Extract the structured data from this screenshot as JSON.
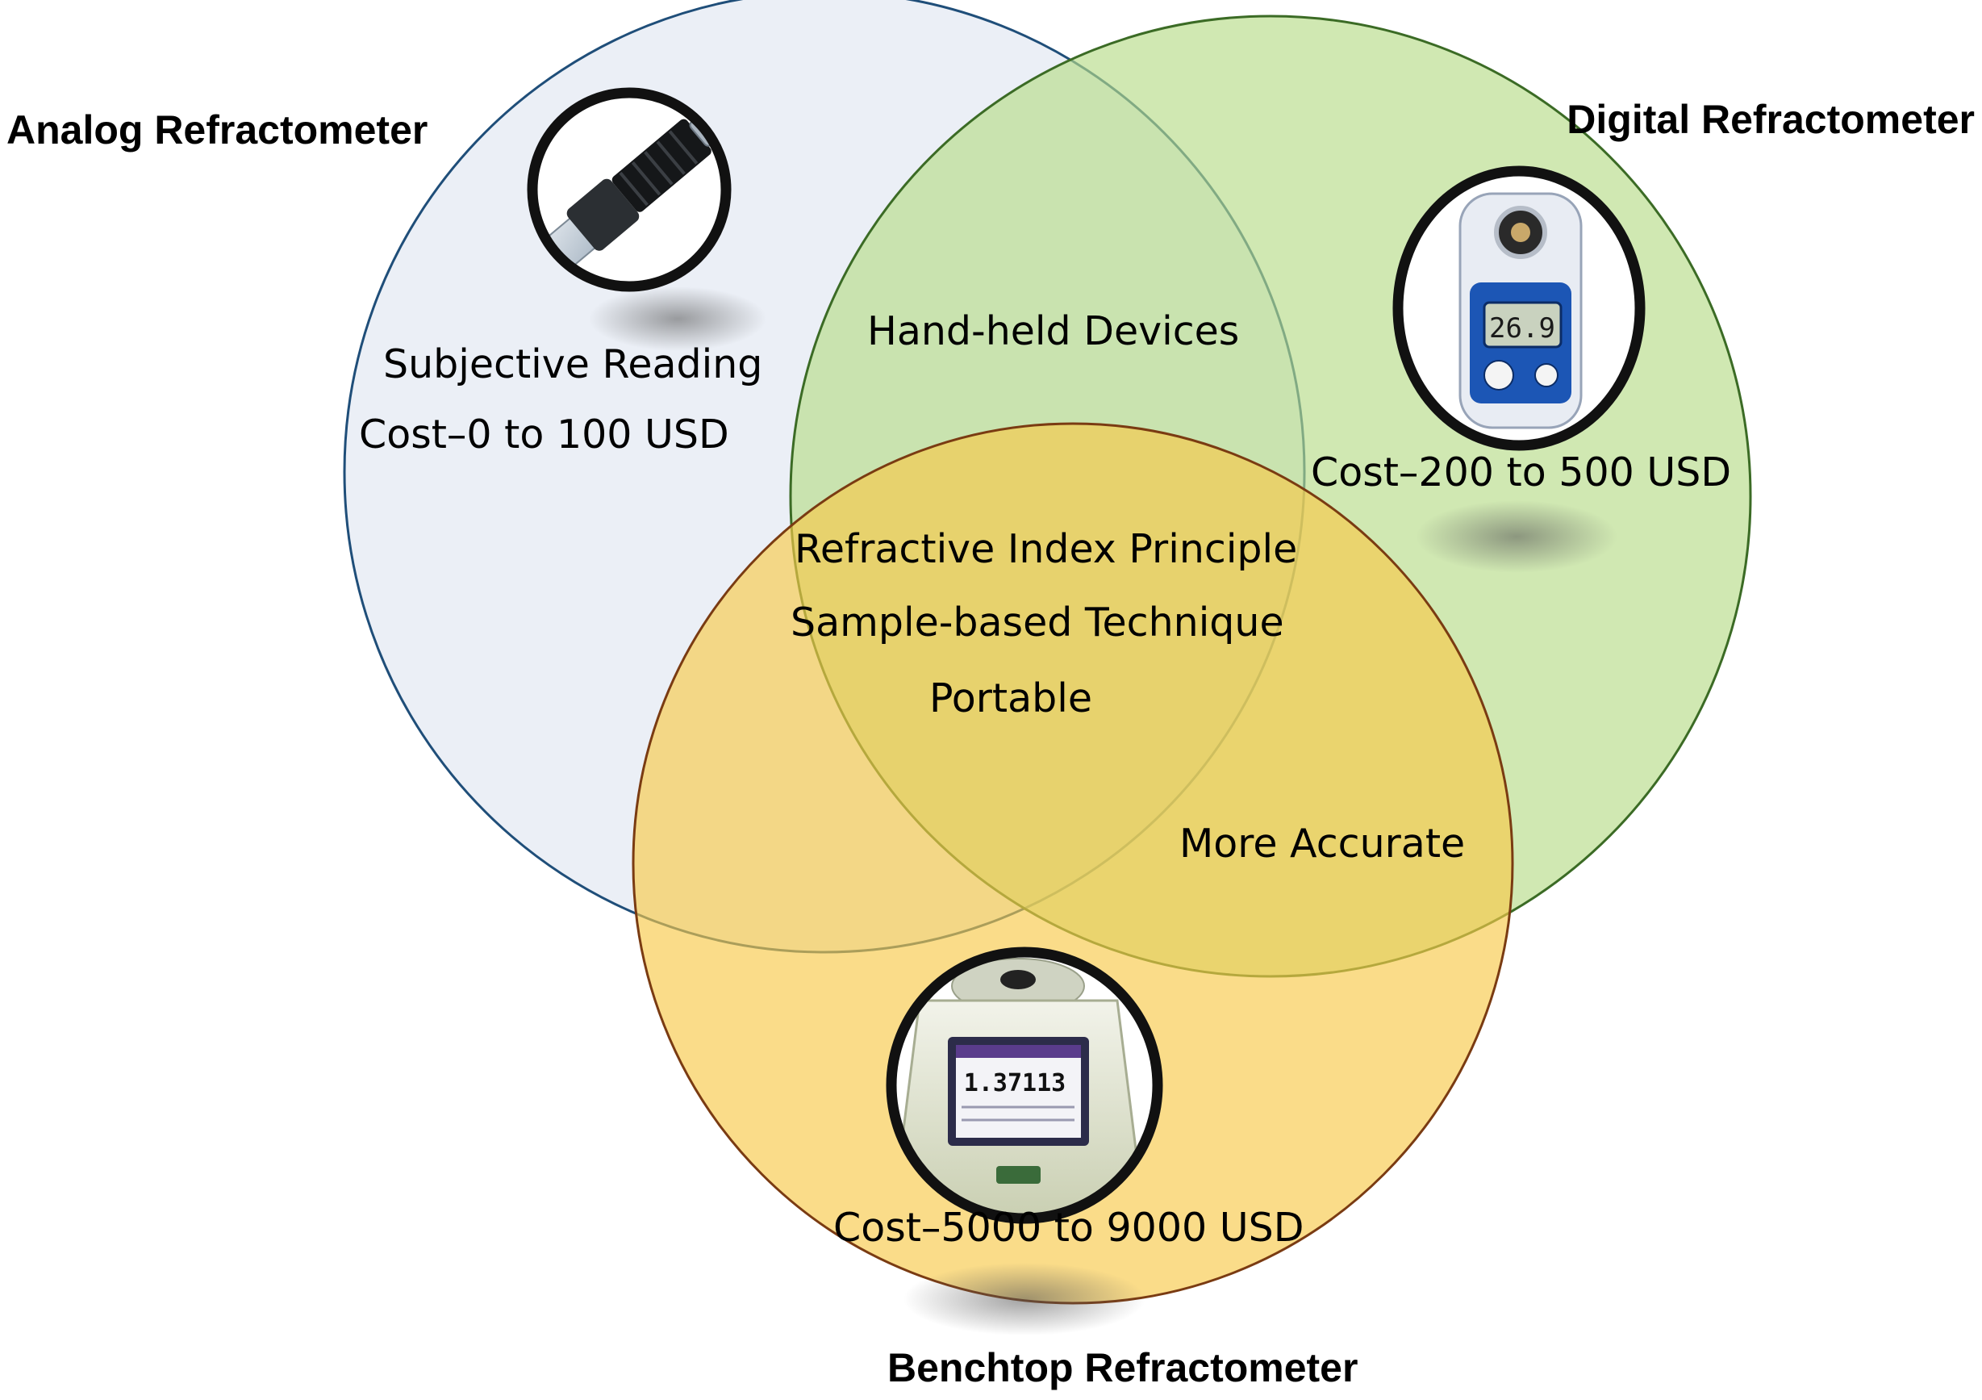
{
  "sets": {
    "analog": {
      "title": "Analog Refractometer",
      "fill": "#dde4f0",
      "stroke": "#1f4e79",
      "image": "analog-refractometer-photo",
      "lines": [
        "Subjective Reading",
        "Cost–0 to 100 USD"
      ]
    },
    "digital": {
      "title": "Digital Refractometer",
      "fill": "#b7dc88",
      "stroke": "#3b6b25",
      "image": "digital-refractometer-photo",
      "display_reading": "26.9",
      "lines": [
        "Cost–200 to 500 USD"
      ]
    },
    "benchtop": {
      "title": "Benchtop Refractometer",
      "fill": "#f8c94a",
      "stroke": "#7a3b12",
      "image": "benchtop-refractometer-photo",
      "display_reading": "1.37113",
      "lines": [
        "Cost–5000 to 9000 USD"
      ]
    }
  },
  "overlaps": {
    "analog_digital": [
      "Hand-held Devices"
    ],
    "all_three": [
      "Refractive Index Principle",
      "Sample-based Technique",
      "Portable"
    ],
    "digital_benchtop": [
      "More Accurate"
    ]
  }
}
